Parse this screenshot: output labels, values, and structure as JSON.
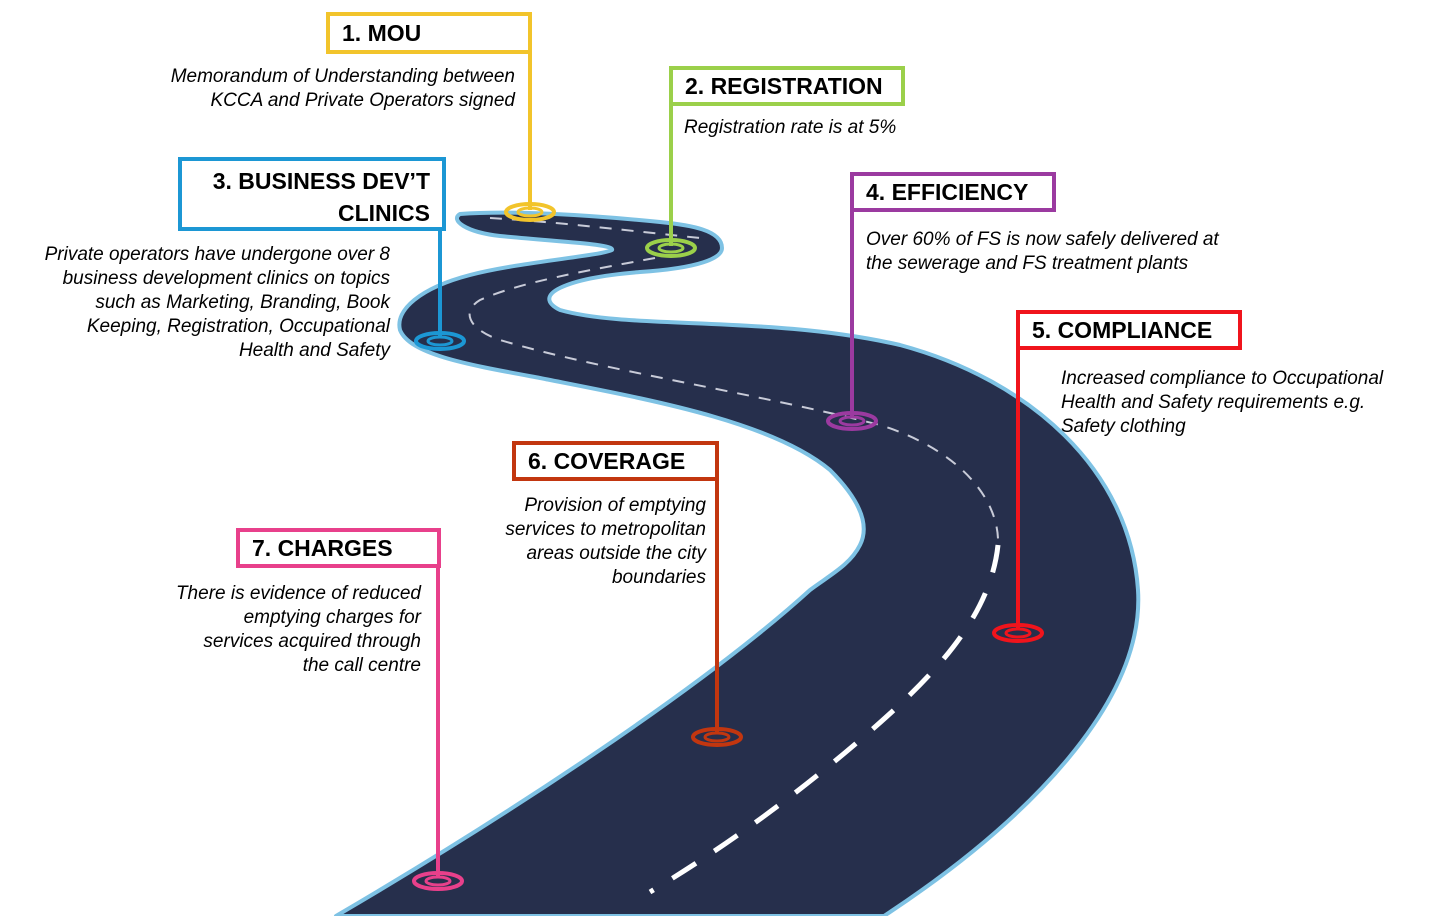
{
  "milestones": [
    {
      "title": "1. MOU",
      "color": "#f2c42b",
      "description": "Memorandum of Understanding between\nKCCA and Private Operators signed"
    },
    {
      "title": "2. REGISTRATION",
      "color": "#9bd04a",
      "description": "Registration rate is at 5%"
    },
    {
      "title": "3. BUSINESS DEV’T\nCLINICS",
      "color": "#1c97d4",
      "description": "Private operators have undergone over 8\nbusiness development clinics on topics\nsuch as Marketing, Branding, Book\nKeeping, Registration, Occupational\nHealth and Safety"
    },
    {
      "title": "4. EFFICIENCY",
      "color": "#9b3aa0",
      "description": "Over 60% of FS is now safely delivered at\nthe sewerage and FS treatment plants"
    },
    {
      "title": "5. COMPLIANCE",
      "color": "#f0141c",
      "description": "Increased compliance to Occupational\nHealth and Safety requirements e.g.\nSafety clothing"
    },
    {
      "title": "6. COVERAGE",
      "color": "#c2360f",
      "description": "Provision of emptying\nservices to metropolitan\nareas outside the city\nboundaries"
    },
    {
      "title": "7. CHARGES",
      "color": "#e8408b",
      "description": "There is evidence of reduced\nemptying charges for\nservices acquired through\nthe call centre"
    }
  ],
  "colors": {
    "road": "#262f4c",
    "road_edge": "#7ec2e4",
    "dash": "#ffffff"
  }
}
